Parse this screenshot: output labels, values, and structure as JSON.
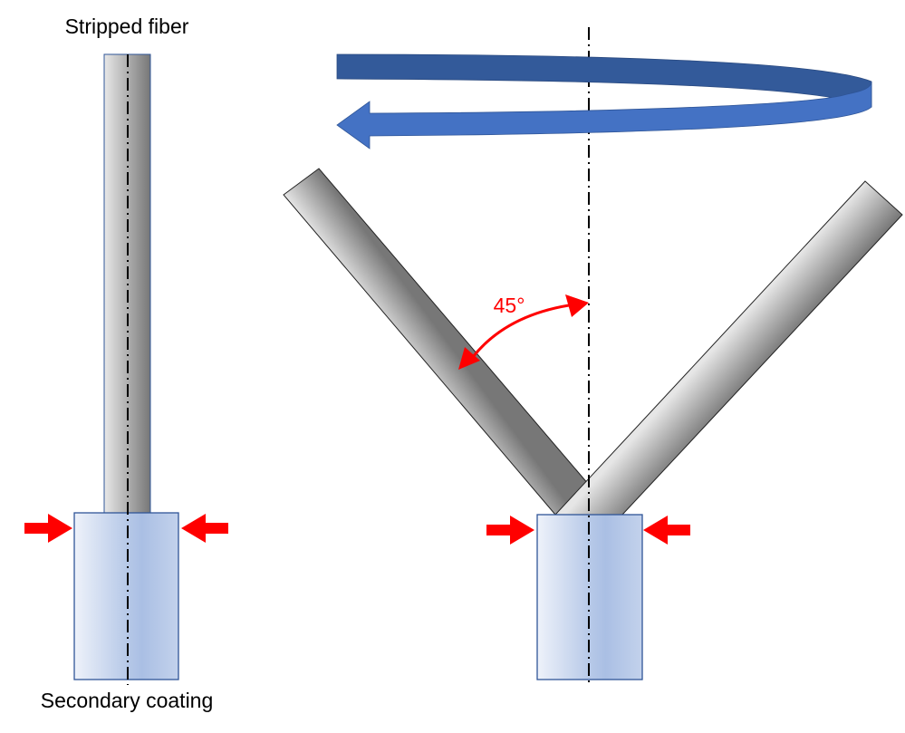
{
  "labels": {
    "stripped_fiber": "Stripped fiber",
    "secondary_coating": "Secondary coating",
    "angle": "45°"
  },
  "colors": {
    "rotation_arrow_dark": "#335A9A",
    "rotation_arrow_light": "#4472C4",
    "force_arrow": "#FF0000",
    "coating_fill": "#B4C7E7",
    "coating_border": "#2F5597",
    "fiber_light": "#E6E6E6",
    "fiber_dark": "#7A7A7A"
  }
}
